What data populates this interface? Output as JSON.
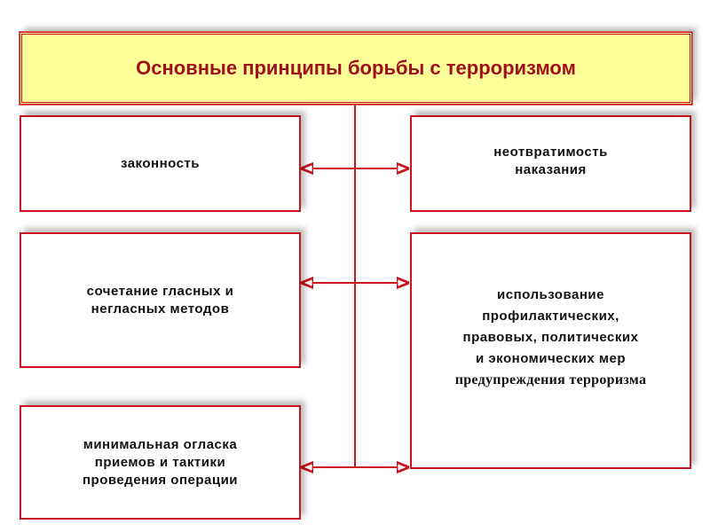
{
  "title": "Основные принципы борьбы с терроризмом",
  "left": [
    {
      "lines": [
        "законность"
      ]
    },
    {
      "lines": [
        "сочетание гласных и",
        "негласных методов"
      ]
    },
    {
      "lines": [
        "минимальная огласка",
        "приемов и тактики",
        "проведения операции"
      ]
    }
  ],
  "right": [
    {
      "lines": [
        "неотвратимость",
        "наказания"
      ]
    },
    {
      "lines": [
        "использование",
        "профилактических,",
        "правовых, политических",
        "и экономических мер",
        "предупреждения терроризма"
      ]
    }
  ],
  "colors": {
    "border": "#c8141e",
    "title_bg": "#ffff99",
    "title_text": "#a0101a"
  }
}
